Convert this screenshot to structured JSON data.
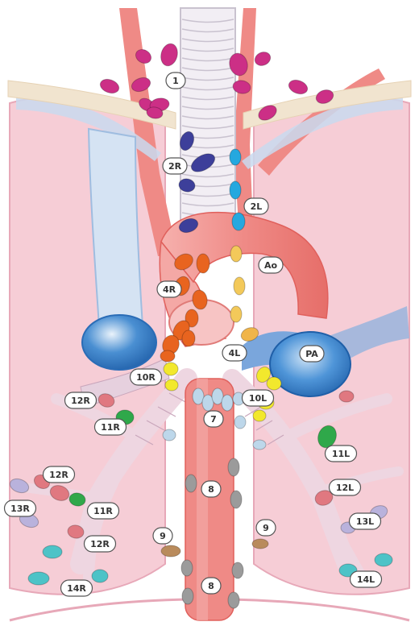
{
  "colors": {
    "background": "#ffffff",
    "lung": "#f6cdd6",
    "lung_edge": "#e7a8b8",
    "trachea": "#f2eef4",
    "trachea_ring": "#c9c2cf",
    "artery": "#ef8a86",
    "artery_dark": "#e0605c",
    "vein": "#a9c4e3",
    "vein_dark": "#3f87c9",
    "pulmonary_artery": "#2f7fd0",
    "clavicle": "#f1e4cf",
    "bronchus": "#eed6e1",
    "label_fill": "#ffffff",
    "label_stroke": "#555555",
    "node_colors": {
      "station_1": "#cc2f86",
      "station_2R": "#3d3f9a",
      "station_2L": "#25a8df",
      "station_4R": "#e8641f",
      "station_4L": "#f0b54a",
      "station_5_6": "#f3c95a",
      "station_10": "#f2e82d",
      "station_7": "#bdd7ea",
      "station_8": "#9b9b9b",
      "station_9": "#b98b5c",
      "station_11": "#2fa84a",
      "station_12": "#e07880",
      "station_13": "#b9b2dc",
      "station_14": "#4dc3c7"
    }
  },
  "labels": [
    {
      "id": "1",
      "text": "1"
    },
    {
      "id": "2R",
      "text": "2R"
    },
    {
      "id": "2L",
      "text": "2L"
    },
    {
      "id": "Ao",
      "text": "Ao"
    },
    {
      "id": "4R",
      "text": "4R"
    },
    {
      "id": "4L",
      "text": "4L"
    },
    {
      "id": "PA",
      "text": "PA"
    },
    {
      "id": "10R",
      "text": "10R"
    },
    {
      "id": "10L",
      "text": "10L"
    },
    {
      "id": "12R_upper",
      "text": "12R"
    },
    {
      "id": "11R_upper",
      "text": "11R"
    },
    {
      "id": "7",
      "text": "7"
    },
    {
      "id": "11L",
      "text": "11L"
    },
    {
      "id": "12R_mid",
      "text": "12R"
    },
    {
      "id": "13R",
      "text": "13R"
    },
    {
      "id": "11R_lower",
      "text": "11R"
    },
    {
      "id": "12R_lower",
      "text": "12R"
    },
    {
      "id": "8_upper",
      "text": "8"
    },
    {
      "id": "12L",
      "text": "12L"
    },
    {
      "id": "13L",
      "text": "13L"
    },
    {
      "id": "9_right",
      "text": "9"
    },
    {
      "id": "9_left",
      "text": "9"
    },
    {
      "id": "14R",
      "text": "14R"
    },
    {
      "id": "14L",
      "text": "14L"
    },
    {
      "id": "8_lower",
      "text": "8"
    }
  ]
}
